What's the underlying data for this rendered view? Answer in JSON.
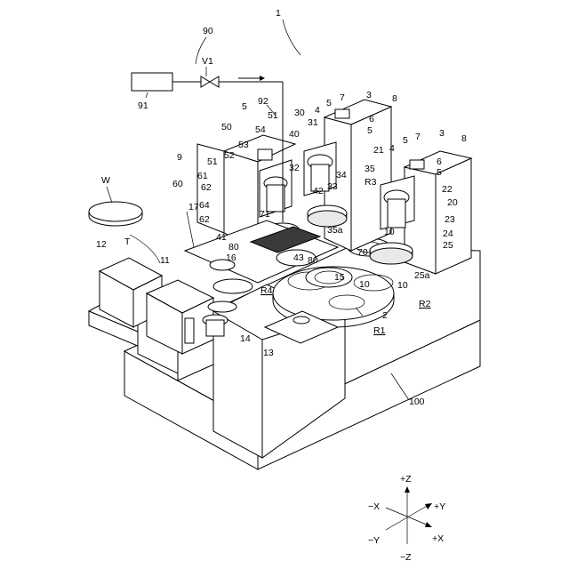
{
  "labels": {
    "l1": "1",
    "l90": "90",
    "lV1": "V1",
    "l91": "91",
    "l92": "92",
    "l3a": "3",
    "l3b": "3",
    "l4a": "4",
    "l4b": "4",
    "l5a": "5",
    "l5b": "5",
    "l5c": "5",
    "l5d": "5",
    "l5e": "5",
    "l6a": "6",
    "l6b": "6",
    "l7a": "7",
    "l7b": "7",
    "l8a": "8",
    "l8b": "8",
    "l9": "9",
    "l10a": "10",
    "l10b": "10",
    "l10c": "10",
    "l11": "11",
    "l12": "12",
    "l13": "13",
    "l14": "14",
    "l15": "15",
    "l16": "16",
    "l17": "17",
    "l20": "20",
    "l21": "21",
    "l22": "22",
    "l23": "23",
    "l24": "24",
    "l25": "25",
    "l25a": "25a",
    "l30": "30",
    "l31": "31",
    "l32": "32",
    "l33": "33",
    "l34": "34",
    "l35": "35",
    "l35a": "35a",
    "l40": "40",
    "l41": "41",
    "l42": "42",
    "l43": "43",
    "l50": "50",
    "l51a": "51",
    "l51b": "51",
    "l52": "52",
    "l53": "53",
    "l54": "54",
    "l60": "60",
    "l61": "61",
    "l62a": "62",
    "l62b": "62",
    "l64": "64",
    "l70": "70",
    "l71": "71",
    "l80a": "80",
    "l80b": "80",
    "l100": "100",
    "lW": "W",
    "lT": "T",
    "l2": "2",
    "lR1": "R1",
    "lR2": "R2",
    "lR3": "R3",
    "lR4": "R4"
  },
  "axes": {
    "plus_z": "+Z",
    "minus_z": "−Z",
    "plus_x": "+X",
    "minus_x": "−X",
    "plus_y": "+Y",
    "minus_y": "−Y"
  }
}
